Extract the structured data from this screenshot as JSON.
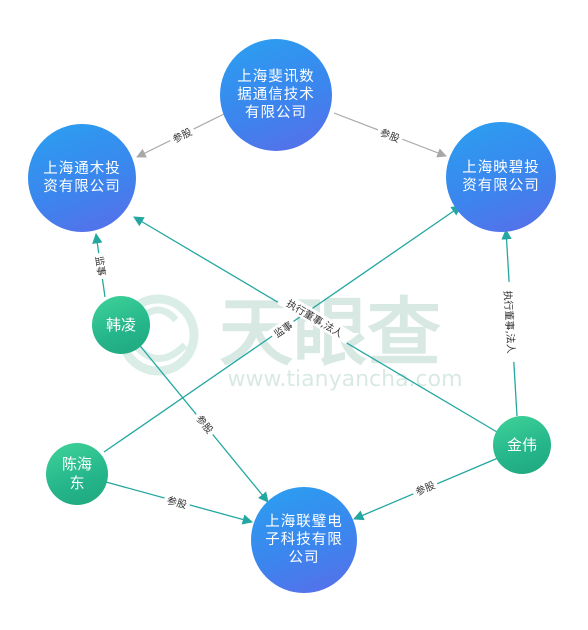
{
  "watermark": {
    "brand": "天眼查",
    "url": "www.tianyancha.com"
  },
  "colors": {
    "company_node": "#3b86ee",
    "person_node": "#25b58a",
    "shareholding_edge": "#a8a8a8",
    "role_edge": "#23a7a0",
    "label_text": "#333333"
  },
  "nodes": {
    "feixun": {
      "label": "上海斐讯数据通信技术有限公司",
      "type": "company"
    },
    "tongmu": {
      "label": "上海通木投资有限公司",
      "type": "company"
    },
    "yingbi": {
      "label": "上海映碧投资有限公司",
      "type": "company"
    },
    "lianbi": {
      "label": "上海联璧电子科技有限公司",
      "type": "company"
    },
    "hanling": {
      "label": "韩凌",
      "type": "person"
    },
    "chenhaidong": {
      "label": "陈海东",
      "type": "person"
    },
    "jinwei": {
      "label": "金伟",
      "type": "person"
    }
  },
  "edges": [
    {
      "from": "上海斐讯数据通信技术有限公司",
      "to": "上海通木投资有限公司",
      "label": "参股"
    },
    {
      "from": "上海斐讯数据通信技术有限公司",
      "to": "上海映碧投资有限公司",
      "label": "参股"
    },
    {
      "from": "韩凌",
      "to": "上海通木投资有限公司",
      "label": "监事"
    },
    {
      "from": "韩凌",
      "to": "上海联璧电子科技有限公司",
      "label": "参股"
    },
    {
      "from": "陈海东",
      "to": "上海映碧投资有限公司",
      "label": "监事"
    },
    {
      "from": "陈海东",
      "to": "上海联璧电子科技有限公司",
      "label": "参股"
    },
    {
      "from": "金伟",
      "to": "上海通木投资有限公司",
      "label": "执行董事,法人"
    },
    {
      "from": "金伟",
      "to": "上海映碧投资有限公司",
      "label": "执行董事,法人"
    },
    {
      "from": "金伟",
      "to": "上海联璧电子科技有限公司",
      "label": "参股"
    }
  ]
}
